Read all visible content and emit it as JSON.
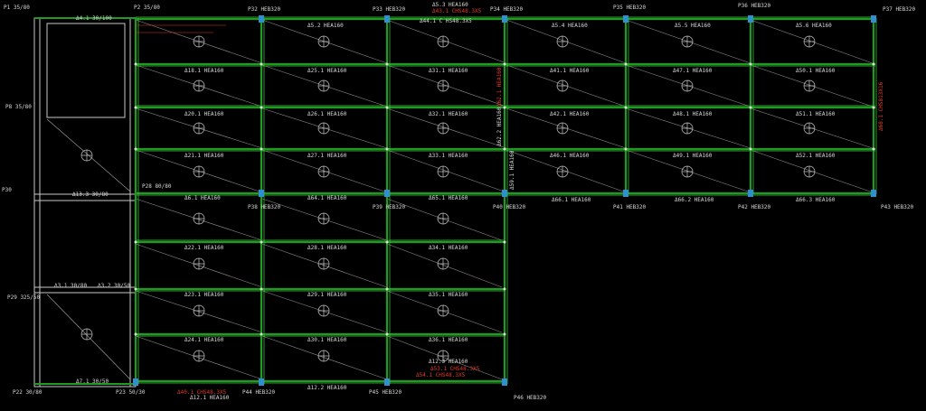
{
  "drawing": {
    "colors": {
      "background": "#000000",
      "beam": "#1f9b1f",
      "beam_highlight": "#3fd13f",
      "column": "#2f8fd0",
      "outline": "#c8c8c8",
      "diagonal": "#9a9a9a",
      "text": "#d8d8d8",
      "red_text": "#e03a2a"
    },
    "column_labels": [
      {
        "id": "P1",
        "text": "P1  35/80"
      },
      {
        "id": "P2",
        "text": "P2  35/80"
      },
      {
        "id": "P32",
        "text": "P32 HEB320"
      },
      {
        "id": "P33",
        "text": "P33 HEB320"
      },
      {
        "id": "P34",
        "text": "P34 HEB320"
      },
      {
        "id": "P35",
        "text": "P35 HEB320"
      },
      {
        "id": "P36",
        "text": "P36 HEB320"
      },
      {
        "id": "P37",
        "text": "P37 HEB320"
      },
      {
        "id": "P8",
        "text": "P8  35/80"
      },
      {
        "id": "P28",
        "text": "P28 80/80"
      },
      {
        "id": "P38",
        "text": "P38 HEB320"
      },
      {
        "id": "P39",
        "text": "P39 HEB320"
      },
      {
        "id": "P40",
        "text": "P40 HEB320"
      },
      {
        "id": "P41",
        "text": "P41 HEB320"
      },
      {
        "id": "P42",
        "text": "P42 HEB320"
      },
      {
        "id": "P43",
        "text": "P43 HEB320"
      },
      {
        "id": "P29",
        "text": "P29  325/50"
      },
      {
        "id": "P22",
        "text": "P22  30/80"
      },
      {
        "id": "P23",
        "text": "P23  50/30"
      },
      {
        "id": "P44",
        "text": "P44 HEB320"
      },
      {
        "id": "P45",
        "text": "P45 HEB320"
      },
      {
        "id": "P46",
        "text": "P46 HEB320"
      },
      {
        "id": "P30",
        "text": "P30"
      }
    ],
    "beam_labels": [
      {
        "id": "b53",
        "text": "Δ5.3 HEA160"
      },
      {
        "id": "b431",
        "text": "Δ43.1 CHS48.3X5"
      },
      {
        "id": "b441",
        "text": "Δ44.1 C HS48.3X5"
      },
      {
        "id": "b52",
        "text": "Δ5.2 HEA160"
      },
      {
        "id": "b54",
        "text": "Δ5.4 HEA160"
      },
      {
        "id": "b55",
        "text": "Δ5.5 HEA160"
      },
      {
        "id": "b56",
        "text": "Δ5.6 HEA160"
      },
      {
        "id": "b181",
        "text": "Δ18.1 HEA160"
      },
      {
        "id": "b251",
        "text": "Δ25.1 HEA160"
      },
      {
        "id": "b311",
        "text": "Δ31.1 HEA160"
      },
      {
        "id": "b411",
        "text": "Δ41.1 HEA160"
      },
      {
        "id": "b471",
        "text": "Δ47.1 HEA160"
      },
      {
        "id": "b501",
        "text": "Δ50.1 HEA160"
      },
      {
        "id": "b201",
        "text": "Δ20.1 HEA160"
      },
      {
        "id": "b261",
        "text": "Δ26.1 HEA160"
      },
      {
        "id": "b321",
        "text": "Δ32.1 HEA160"
      },
      {
        "id": "b421",
        "text": "Δ42.1 HEA160"
      },
      {
        "id": "b481",
        "text": "Δ48.1 HEA160"
      },
      {
        "id": "b511",
        "text": "Δ51.1 HEA160"
      },
      {
        "id": "b211",
        "text": "Δ21.1 HEA160"
      },
      {
        "id": "b271",
        "text": "Δ27.1 HEA160"
      },
      {
        "id": "b331",
        "text": "Δ33.1 HEA160"
      },
      {
        "id": "b461",
        "text": "Δ46.1 HEA160"
      },
      {
        "id": "b491",
        "text": "Δ49.1 HEA160"
      },
      {
        "id": "b521",
        "text": "Δ52.1 HEA160"
      },
      {
        "id": "b661",
        "text": "Δ66.1 HEA160"
      },
      {
        "id": "b662",
        "text": "Δ66.2 HEA160"
      },
      {
        "id": "b663",
        "text": "Δ66.3 HEA160"
      },
      {
        "id": "b61",
        "text": "Δ6.1 HEA160"
      },
      {
        "id": "b641",
        "text": "Δ64.1 HEA160"
      },
      {
        "id": "b651",
        "text": "Δ65.1 HEA160"
      },
      {
        "id": "b221",
        "text": "Δ22.1 HEA160"
      },
      {
        "id": "b281",
        "text": "Δ28.1 HEA160"
      },
      {
        "id": "b341",
        "text": "Δ34.1 HEA160"
      },
      {
        "id": "b231",
        "text": "Δ23.1 HEA160"
      },
      {
        "id": "b291",
        "text": "Δ29.1 HEA160"
      },
      {
        "id": "b351",
        "text": "Δ35.1 HEA160"
      },
      {
        "id": "b241",
        "text": "Δ24.1 HEA160"
      },
      {
        "id": "b301",
        "text": "Δ30.1 HEA160"
      },
      {
        "id": "b361",
        "text": "Δ36.1 HEA160"
      },
      {
        "id": "b121",
        "text": "Δ12.1 HEA160"
      },
      {
        "id": "b122",
        "text": "Δ12.2 HEA160"
      },
      {
        "id": "b123",
        "text": "Δ12.3 HEA160"
      },
      {
        "id": "b401",
        "text": "Δ40.1 CHS48.3X5"
      },
      {
        "id": "b531",
        "text": "Δ53.1 CHS48.3X5"
      },
      {
        "id": "b541",
        "text": "Δ54.1 CHS48.3X5"
      },
      {
        "id": "b41",
        "text": "Δ4.1  30/100"
      },
      {
        "id": "b133",
        "text": "Δ13.3  30/80"
      },
      {
        "id": "b71",
        "text": "Δ7.1  30/50"
      },
      {
        "id": "b32",
        "text": "Δ3.2  30/50"
      },
      {
        "id": "b31",
        "text": "Δ3.1 30/80"
      },
      {
        "id": "b681",
        "text": "Δ68.1 CHS813X16"
      },
      {
        "id": "b621",
        "text": "Δ62.1 HEA160"
      },
      {
        "id": "b621b",
        "text": "Δ62.2 HEA160"
      },
      {
        "id": "b591",
        "text": "Δ59.1 HEA160"
      }
    ]
  }
}
